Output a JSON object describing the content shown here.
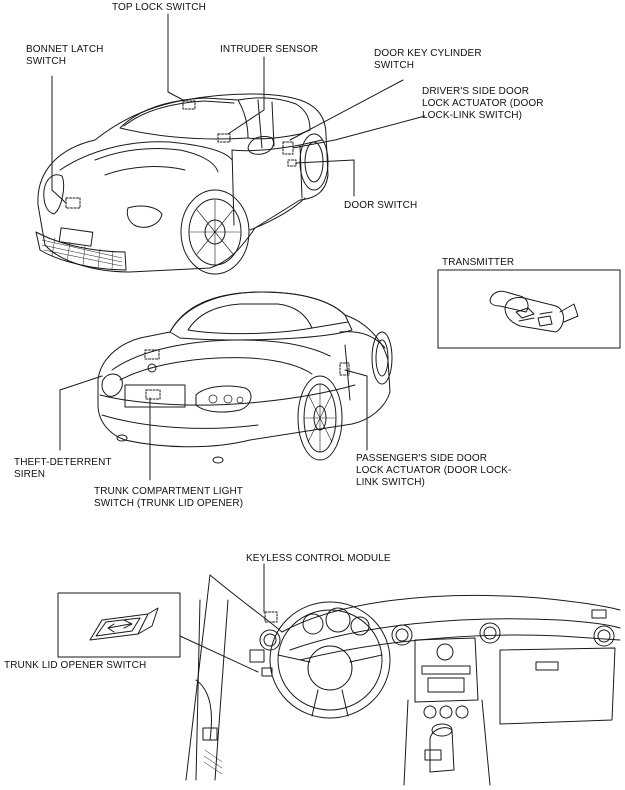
{
  "labels": {
    "top_lock_switch": "TOP LOCK SWITCH",
    "bonnet_latch_switch": "BONNET LATCH\nSWITCH",
    "intruder_sensor": "INTRUDER SENSOR",
    "door_key_cylinder_switch": "DOOR KEY CYLINDER\nSWITCH",
    "drivers_door_lock_actuator": "DRIVER'S SIDE DOOR\nLOCK ACTUATOR (DOOR\nLOCK-LINK SWITCH)",
    "door_switch": "DOOR SWITCH",
    "transmitter": "TRANSMITTER",
    "theft_deterrent_siren": "THEFT-DETERRENT\nSIREN",
    "passengers_door_lock_actuator": "PASSENGER'S SIDE DOOR\nLOCK ACTUATOR (DOOR LOCK-\nLINK SWITCH)",
    "trunk_compartment_light_switch": "TRUNK COMPARTMENT LIGHT\nSWITCH (TRUNK LID OPENER)",
    "keyless_control_module": "KEYLESS CONTROL MODULE",
    "trunk_lid_opener_switch": "TRUNK LID OPENER SWITCH"
  },
  "colors": {
    "line": "#1a1a1a",
    "background": "#ffffff"
  }
}
